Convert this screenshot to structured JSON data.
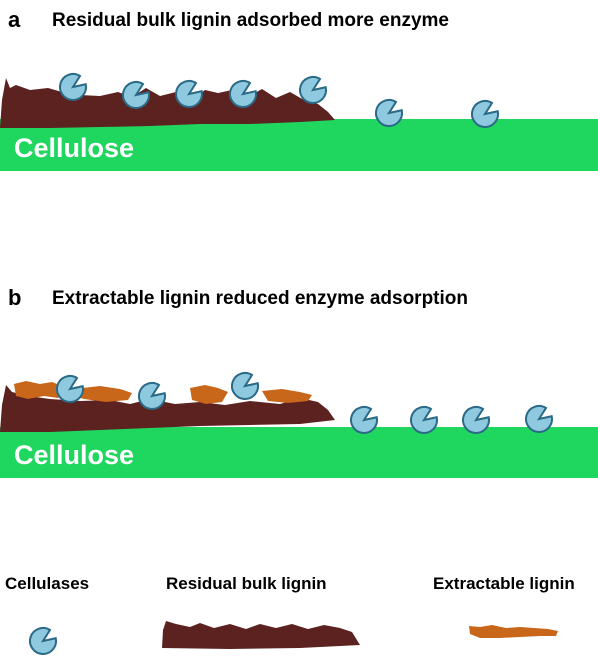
{
  "panel_a": {
    "letter": "a",
    "title": "Residual bulk lignin adsorbed more enzyme",
    "substrate_label": "Cellulose"
  },
  "panel_b": {
    "letter": "b",
    "title": "Extractable lignin reduced enzyme adsorption",
    "substrate_label": "Cellulose"
  },
  "legend": {
    "cellulases": "Cellulases",
    "residual_bulk_lignin": "Residual bulk lignin",
    "extractable_lignin": "Extractable lignin"
  },
  "colors": {
    "cellulose": "#1fd65f",
    "bulk_lignin": "#5c2220",
    "extractable_lignin": "#c8661a",
    "enzyme_fill": "#8ec9df",
    "enzyme_stroke": "#2a6a86"
  }
}
